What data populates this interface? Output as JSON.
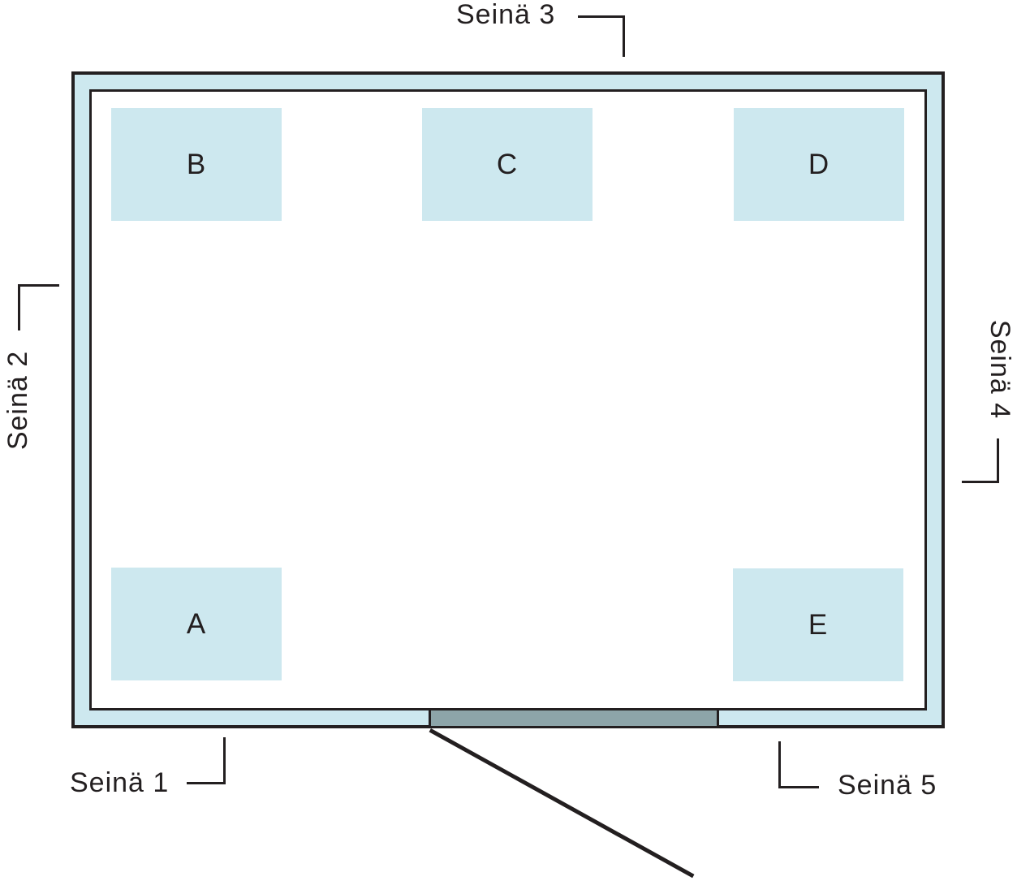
{
  "diagram": {
    "type": "floor-plan",
    "language": "Finnish",
    "walls": [
      {
        "id": "wall-1",
        "label": "Seinä 1",
        "side": "bottom-left"
      },
      {
        "id": "wall-2",
        "label": "Seinä 2",
        "side": "left"
      },
      {
        "id": "wall-3",
        "label": "Seinä 3",
        "side": "top"
      },
      {
        "id": "wall-4",
        "label": "Seinä 4",
        "side": "right"
      },
      {
        "id": "wall-5",
        "label": "Seinä 5",
        "side": "bottom-right"
      }
    ],
    "zones": [
      {
        "id": "zone-a",
        "label": "A",
        "position": "bottom-left"
      },
      {
        "id": "zone-b",
        "label": "B",
        "position": "top-left"
      },
      {
        "id": "zone-c",
        "label": "C",
        "position": "top-center"
      },
      {
        "id": "zone-d",
        "label": "D",
        "position": "top-right"
      },
      {
        "id": "zone-e",
        "label": "E",
        "position": "bottom-right"
      }
    ],
    "door": {
      "wall": "bottom",
      "has_swing_line": true
    },
    "colors": {
      "line": "#231f20",
      "wall_fill": "#cde8ef",
      "zone_fill": "#cde8ef",
      "door_fill": "#8da5a9"
    }
  }
}
